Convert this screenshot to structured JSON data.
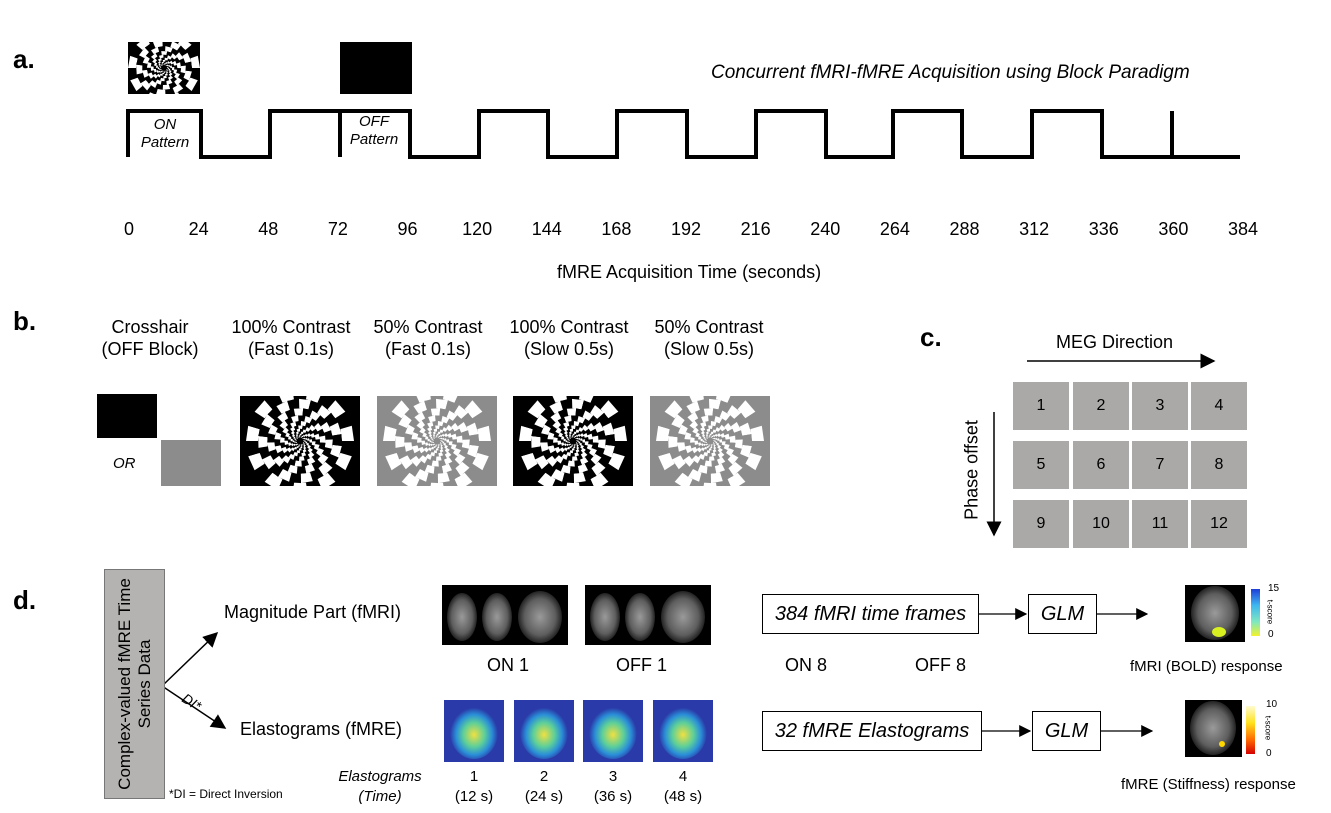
{
  "panels": {
    "a": "a.",
    "b": "b.",
    "c": "c.",
    "d": "d."
  },
  "panel_a": {
    "title": "Concurrent fMRI-fMRE Acquisition using Block Paradigm",
    "on_label_1": "ON",
    "on_label_2": "Pattern",
    "off_label_1": "OFF",
    "off_label_2": "Pattern",
    "ticks": [
      "0",
      "24",
      "48",
      "72",
      "96",
      "120",
      "144",
      "168",
      "192",
      "216",
      "240",
      "264",
      "288",
      "312",
      "336",
      "360",
      "384"
    ],
    "xlabel": "fMRE Acquisition Time (seconds)"
  },
  "panel_b": {
    "captions": [
      {
        "line1": "Crosshair",
        "line2": "(OFF Block)"
      },
      {
        "line1": "100% Contrast",
        "line2": "(Fast 0.1s)"
      },
      {
        "line1": "50% Contrast",
        "line2": "(Fast 0.1s)"
      },
      {
        "line1": "100% Contrast",
        "line2": "(Slow 0.5s)"
      },
      {
        "line1": "50% Contrast",
        "line2": "(Slow 0.5s)"
      }
    ],
    "or_label": "OR"
  },
  "panel_c": {
    "meg_direction": "MEG Direction",
    "phase_offset": "Phase offset",
    "cells": [
      "1",
      "2",
      "3",
      "4",
      "5",
      "6",
      "7",
      "8",
      "9",
      "10",
      "11",
      "12"
    ]
  },
  "panel_d": {
    "vertical_box": "Complex-valued fMRE Time Series Data",
    "magnitude_label": "Magnitude Part (fMRI)",
    "elastograms_label": "Elastograms (fMRE)",
    "di_label": "DI*",
    "di_footnote": "*DI = Direct Inversion",
    "on1": "ON 1",
    "off1": "OFF 1",
    "on8": "ON 8",
    "off8": "OFF 8",
    "elast_time_label_1": "Elastograms",
    "elast_time_label_2": "(Time)",
    "elast_items": [
      {
        "n": "1",
        "t": "(12 s)"
      },
      {
        "n": "2",
        "t": "(24 s)"
      },
      {
        "n": "3",
        "t": "(36 s)"
      },
      {
        "n": "4",
        "t": "(48 s)"
      }
    ],
    "box_fmri": "384 fMRI time frames",
    "box_fmre": "32 fMRE Elastograms",
    "glm": "GLM",
    "fmri_response": "fMRI (BOLD) response",
    "fmre_response": "fMRE (Stiffness) response",
    "colorbar_fmri": {
      "max": "15",
      "min": "0",
      "label": "t-score"
    },
    "colorbar_fmre": {
      "max": "10",
      "min": "0",
      "label": "t-score"
    }
  }
}
